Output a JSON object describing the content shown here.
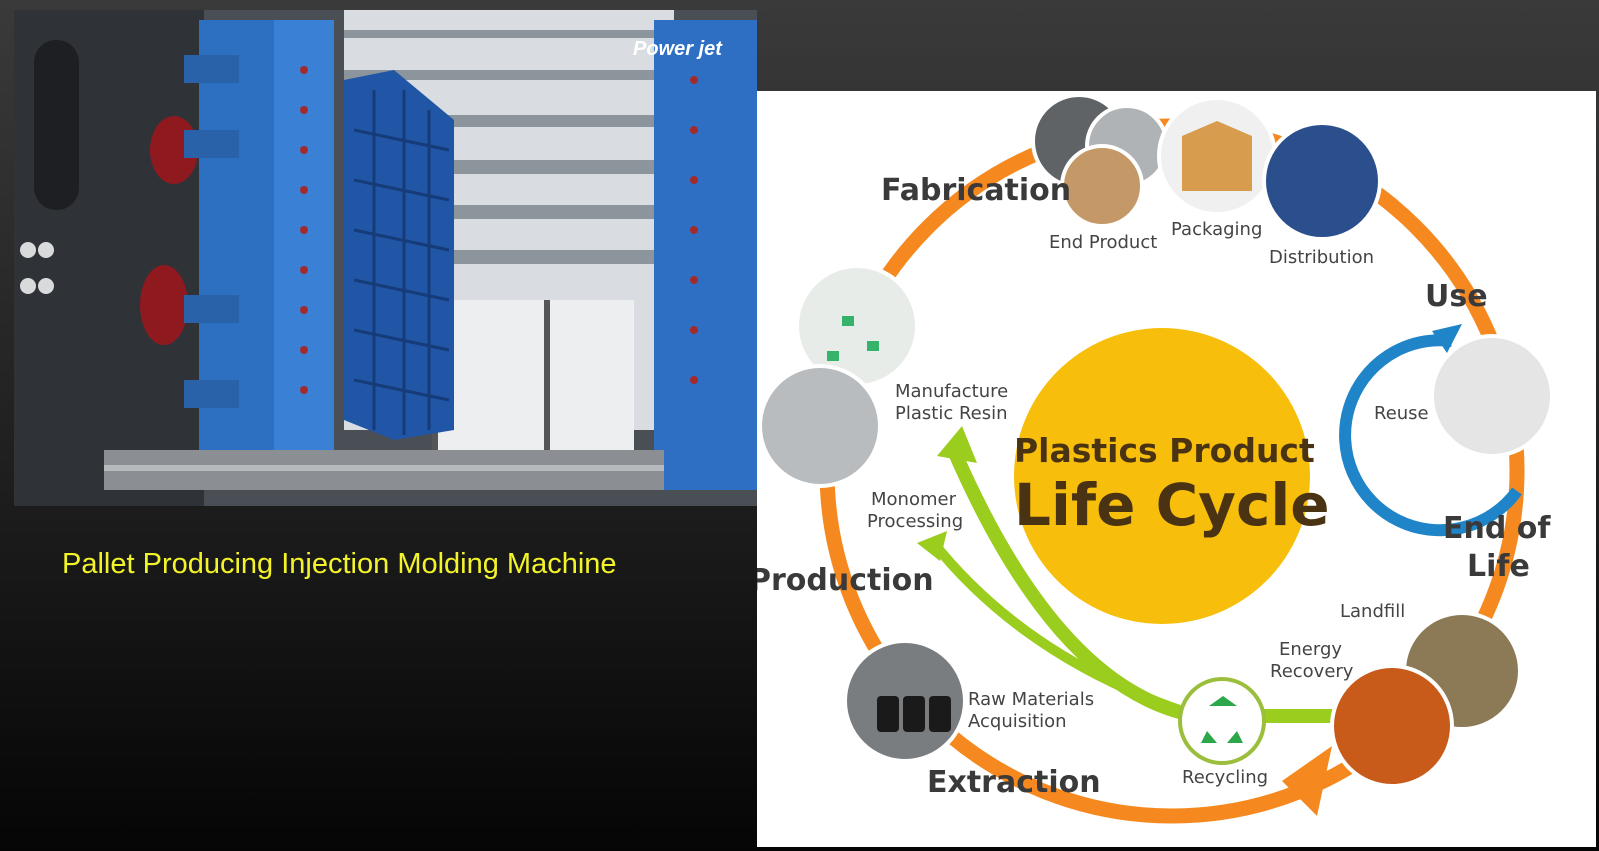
{
  "photo": {
    "brand_logo": "Power jet",
    "caption": "Pallet Producing Injection Molding Machine"
  },
  "diagram": {
    "title_line1": "Plastics Product",
    "title_line2": "Life Cycle",
    "stages": {
      "fabrication": "Fabrication",
      "use": "Use",
      "end_of_life_1": "End of",
      "end_of_life_2": "Life",
      "extraction": "Extraction",
      "production": "Production"
    },
    "steps": {
      "end_product": "End Product",
      "packaging": "Packaging",
      "distribution": "Distribution",
      "reuse": "Reuse",
      "landfill": "Landfill",
      "energy_recovery_1": "Energy",
      "energy_recovery_2": "Recovery",
      "recycling": "Recycling",
      "raw_materials_1": "Raw Materials",
      "raw_materials_2": "Acquisition",
      "monomer_1": "Monomer",
      "monomer_2": "Processing",
      "manufacture_1": "Manufacture",
      "manufacture_2": "Plastic Resin"
    },
    "colors": {
      "cycle_orange": "#f5891f",
      "recycle_green": "#9acd1e",
      "reuse_blue": "#1f84c8",
      "title_circle": "#f7bf0c",
      "title_text": "#4a3312"
    }
  }
}
